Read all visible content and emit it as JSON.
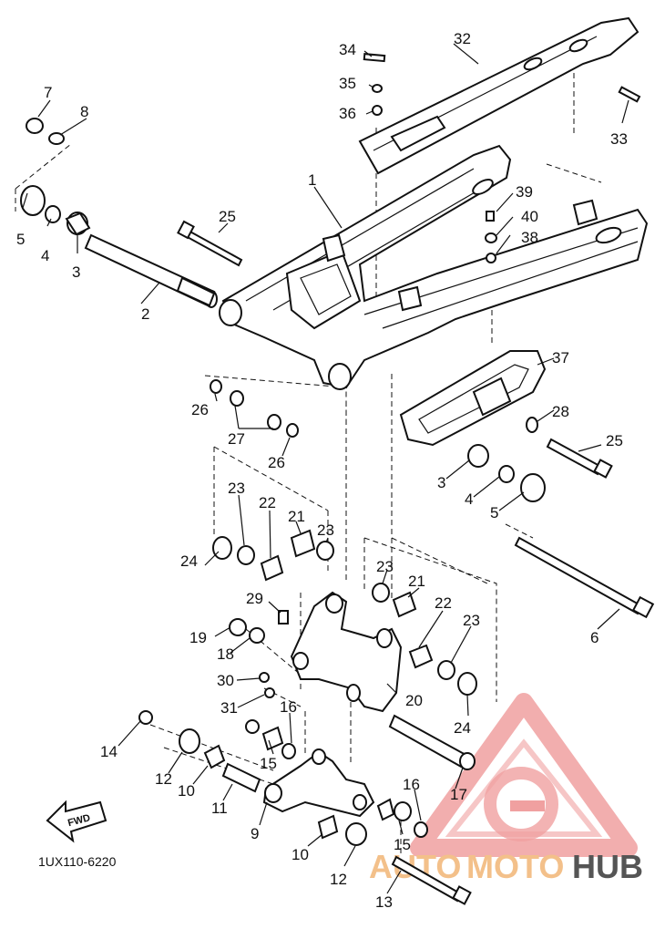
{
  "diagram": {
    "drawing_code": "1UX110-6220",
    "fwd_label": "FWD",
    "watermark": {
      "text_1": "AUTO",
      "text_2": "MOTO",
      "text_3": "HUB",
      "color_primary": "#f0a0a0",
      "color_accent": "#f3c08a",
      "color_dark": "#555555"
    },
    "callouts": [
      {
        "id": "c1",
        "text": "1"
      },
      {
        "id": "c2",
        "text": "2"
      },
      {
        "id": "c3a",
        "text": "3"
      },
      {
        "id": "c3b",
        "text": "3"
      },
      {
        "id": "c4a",
        "text": "4"
      },
      {
        "id": "c4b",
        "text": "4"
      },
      {
        "id": "c5a",
        "text": "5"
      },
      {
        "id": "c5b",
        "text": "5"
      },
      {
        "id": "c6",
        "text": "6"
      },
      {
        "id": "c7",
        "text": "7"
      },
      {
        "id": "c8",
        "text": "8"
      },
      {
        "id": "c9",
        "text": "9"
      },
      {
        "id": "c10a",
        "text": "10"
      },
      {
        "id": "c10b",
        "text": "10"
      },
      {
        "id": "c11",
        "text": "11"
      },
      {
        "id": "c12a",
        "text": "12"
      },
      {
        "id": "c12b",
        "text": "12"
      },
      {
        "id": "c13",
        "text": "13"
      },
      {
        "id": "c14",
        "text": "14"
      },
      {
        "id": "c15a",
        "text": "15"
      },
      {
        "id": "c15b",
        "text": "15"
      },
      {
        "id": "c16a",
        "text": "16"
      },
      {
        "id": "c16b",
        "text": "16"
      },
      {
        "id": "c17",
        "text": "17"
      },
      {
        "id": "c18",
        "text": "18"
      },
      {
        "id": "c19",
        "text": "19"
      },
      {
        "id": "c20",
        "text": "20"
      },
      {
        "id": "c21a",
        "text": "21"
      },
      {
        "id": "c21b",
        "text": "21"
      },
      {
        "id": "c22a",
        "text": "22"
      },
      {
        "id": "c22b",
        "text": "22"
      },
      {
        "id": "c23a",
        "text": "23"
      },
      {
        "id": "c23b",
        "text": "23"
      },
      {
        "id": "c23c",
        "text": "23"
      },
      {
        "id": "c23d",
        "text": "23"
      },
      {
        "id": "c24a",
        "text": "24"
      },
      {
        "id": "c24b",
        "text": "24"
      },
      {
        "id": "c25a",
        "text": "25"
      },
      {
        "id": "c25b",
        "text": "25"
      },
      {
        "id": "c26a",
        "text": "26"
      },
      {
        "id": "c26b",
        "text": "26"
      },
      {
        "id": "c27",
        "text": "27"
      },
      {
        "id": "c28",
        "text": "28"
      },
      {
        "id": "c29",
        "text": "29"
      },
      {
        "id": "c30",
        "text": "30"
      },
      {
        "id": "c31",
        "text": "31"
      },
      {
        "id": "c32",
        "text": "32"
      },
      {
        "id": "c33",
        "text": "33"
      },
      {
        "id": "c34",
        "text": "34"
      },
      {
        "id": "c35",
        "text": "35"
      },
      {
        "id": "c36",
        "text": "36"
      },
      {
        "id": "c37",
        "text": "37"
      },
      {
        "id": "c38",
        "text": "38"
      },
      {
        "id": "c39",
        "text": "39"
      },
      {
        "id": "c40",
        "text": "40"
      }
    ]
  }
}
